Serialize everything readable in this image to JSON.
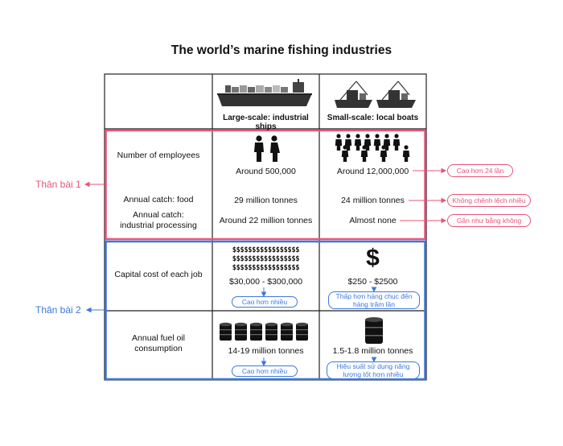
{
  "title": "The world’s marine fishing industries",
  "headers": {
    "large": "Large-scale: industrial ships",
    "small": "Small-scale: local boats"
  },
  "rows": {
    "employees": {
      "label": "Number of employees",
      "large": "Around 500,000",
      "small": "Around 12,000,000"
    },
    "catch_food": {
      "label": "Annual catch: food",
      "large": "29 million tonnes",
      "small": "24 million tonnes"
    },
    "catch_industrial": {
      "label": "Annual catch: industrial processing",
      "large": "Around 22 million tonnes",
      "small": "Almost none"
    },
    "capital": {
      "label": "Capital cost of each job",
      "large": "$30,000 - $300,000",
      "small": "$250 - $2500"
    },
    "fuel": {
      "label": "Annual fuel oil consumption",
      "large": "14-19 million tonnes",
      "small": "1.5-1.8 million tonnes"
    }
  },
  "dollar_line": "$$$$$$$$$$$$$$$$$",
  "big_dollar": "$",
  "side_labels": {
    "part1": "Thân bài 1",
    "part2": "Thân bài 2"
  },
  "annotations": {
    "employees": "Cao hơn 24 lần",
    "catch_food": "Không chênh lệch nhiều",
    "catch_industrial": "Gần như bằng không",
    "capital_large": "Cao hơn nhiều",
    "capital_small": "Thấp hơn hàng chục đến hàng trăm lần",
    "fuel_large": "Cao hơn nhiều",
    "fuel_small": "Hiệu suất sử dụng năng lượng tốt hơn nhiều"
  },
  "colors": {
    "part1": "#e8557a",
    "part2": "#3c78d8",
    "grid": "#222222"
  },
  "icons": {
    "large_header": "cargo-ship-icon",
    "small_header": "fishing-boat-icon",
    "large_employees": "people-icon",
    "small_employees": "people-icon",
    "large_fuel": "oil-barrel-icon",
    "small_fuel": "oil-barrel-icon"
  },
  "icon_counts": {
    "large_people": 2,
    "small_people": 11,
    "large_barrels": 6,
    "small_barrels": 1,
    "dollar_rows": 3
  }
}
